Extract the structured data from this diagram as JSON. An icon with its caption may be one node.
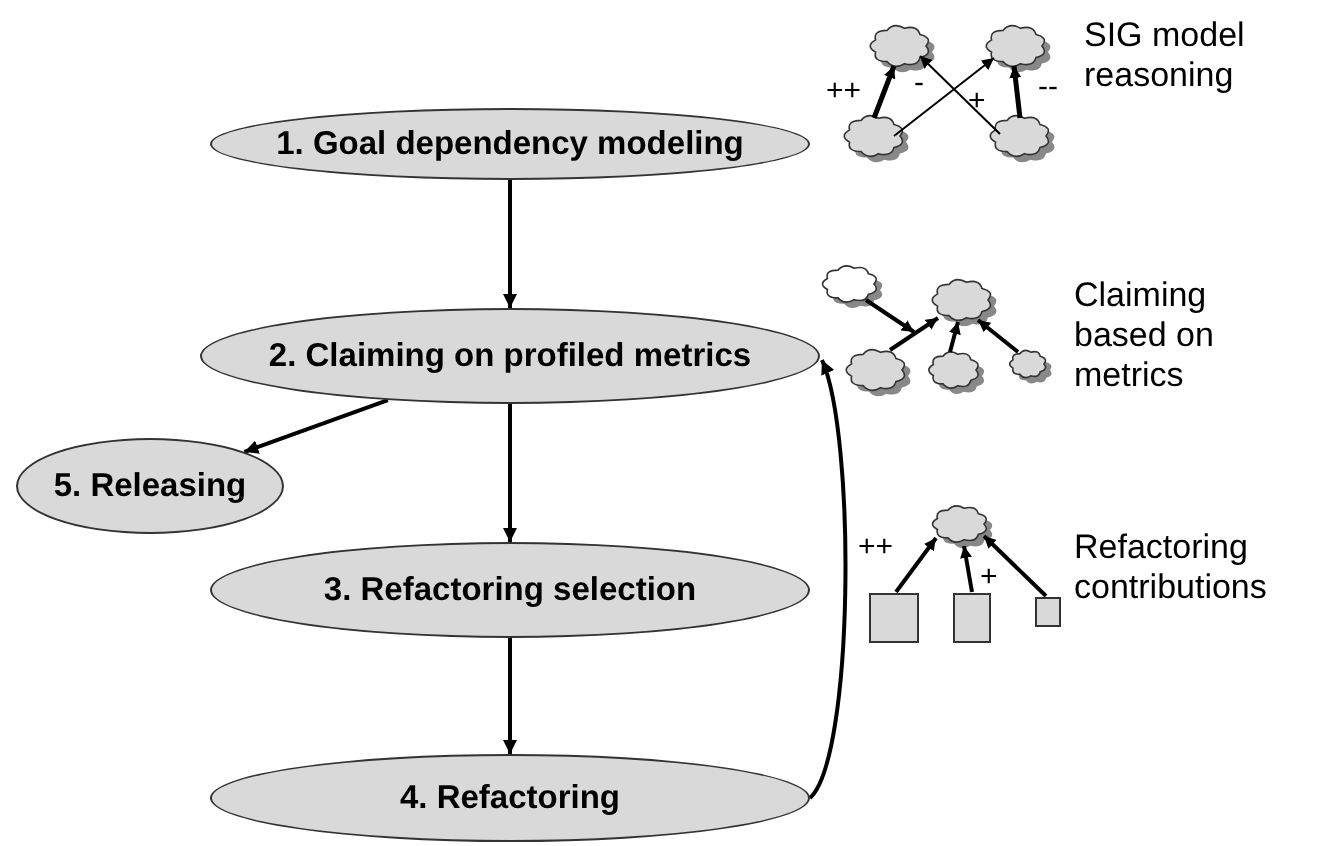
{
  "diagram": {
    "nodes": [
      {
        "text": [
          "1. Goal dependency modeling"
        ]
      },
      {
        "text": [
          "2. Claiming on profiled metrics"
        ]
      },
      {
        "text": [
          "5. Releasing"
        ]
      },
      {
        "text": [
          "3. Refactoring selection"
        ]
      },
      {
        "text": [
          "4. Refactoring"
        ]
      }
    ],
    "edges": [
      {
        "from": 0,
        "to": 1,
        "arrow": "to"
      },
      {
        "from": 1,
        "to": 2,
        "arrow": "to"
      },
      {
        "from": 1,
        "to": 3,
        "arrow": "to"
      },
      {
        "from": 3,
        "to": 4,
        "arrow": "to"
      },
      {
        "from": 4,
        "to": 1,
        "arrow": "to"
      }
    ],
    "labels": [
      "++",
      "-",
      "+",
      "--",
      "SIG model reasoning",
      "Claiming based on metrics",
      "++",
      "+",
      "Refactoring contributions"
    ]
  }
}
